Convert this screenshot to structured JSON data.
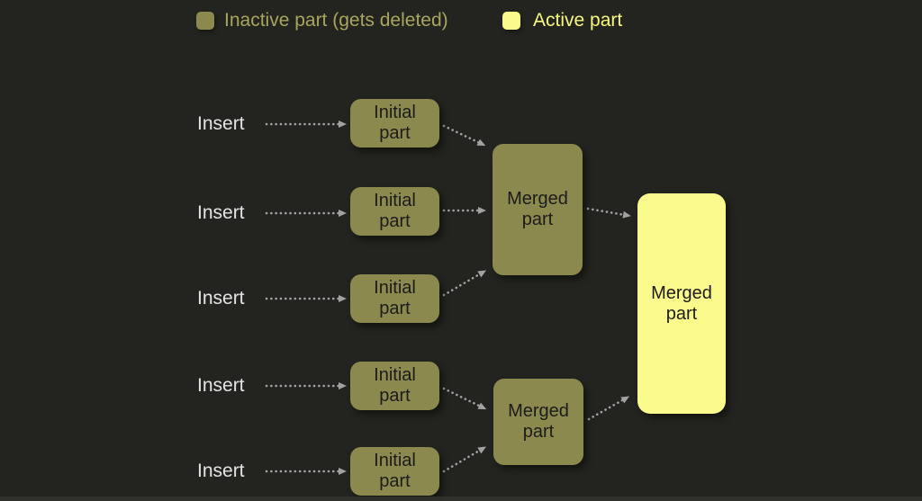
{
  "legend": {
    "inactive": {
      "label": "Inactive part (gets deleted)",
      "swatch_color": "#8c894f",
      "text_color": "#a8a55e"
    },
    "active": {
      "label": "Active part",
      "swatch_color": "#fbfb8d",
      "text_color": "#f7f77f"
    }
  },
  "labels": {
    "insert": "Insert",
    "initial_part": "Initial part",
    "merged_part": "Merged part"
  },
  "colors": {
    "background": "#23241f",
    "inactive_part_fill": "#8c894f",
    "active_part_fill": "#fbfb8d",
    "node_text": "#1b1b1b",
    "insert_text": "#e4e4e4",
    "arrow": "#a2a2a2"
  }
}
